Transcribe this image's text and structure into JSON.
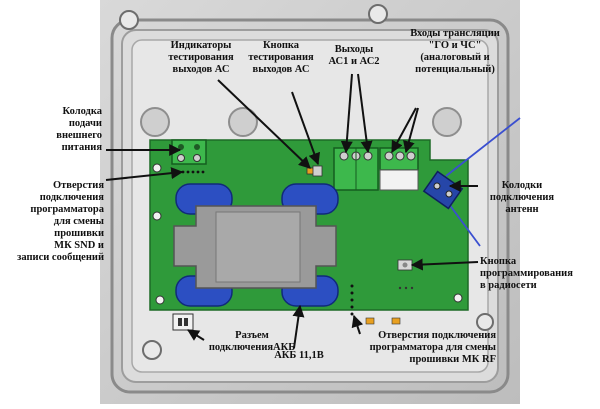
{
  "labels": {
    "indicators": "Индикаторы\nтестирования\nвыходов АС",
    "test_button": "Кнопка\nтестирования\nвыходов АС",
    "outputs": "Выходы\nАС1 и АС2",
    "broadcast_inputs": "Входы трансляции\n\"ГО и ЧС\"\n(аналоговый и\nпотенциальный)",
    "power_terminal": "Колодка\nподачи\nвнешнего\nпитания",
    "programmer_holes_snd": "Отверстия\nподключения\nпрограмматора\nдля смены\nпрошивки\nМК SND и\nзаписи сообщений",
    "antenna_terminals": "Колодки\nподключения\nантенн",
    "radio_button": "Кнопка\nпрограммирования\nв радиосети",
    "battery_connector": "Разъем\nподключенияАКБ",
    "battery": "АКБ 11,1В",
    "programmer_holes_rf": "Отверстия подключения\nпрограмматора для смены\nпрошивки МК RF"
  },
  "colors": {
    "enclosure": "#c9c9c9",
    "pcb": "#2f9a3a",
    "terminal_green": "#3db84c",
    "battery_blue": "#2c4fc2",
    "battery_gray": "#9a9a9a",
    "antenna_blue": "#2646a8",
    "antenna_line": "#3a4fd0",
    "led_orange": "#e8a020"
  }
}
